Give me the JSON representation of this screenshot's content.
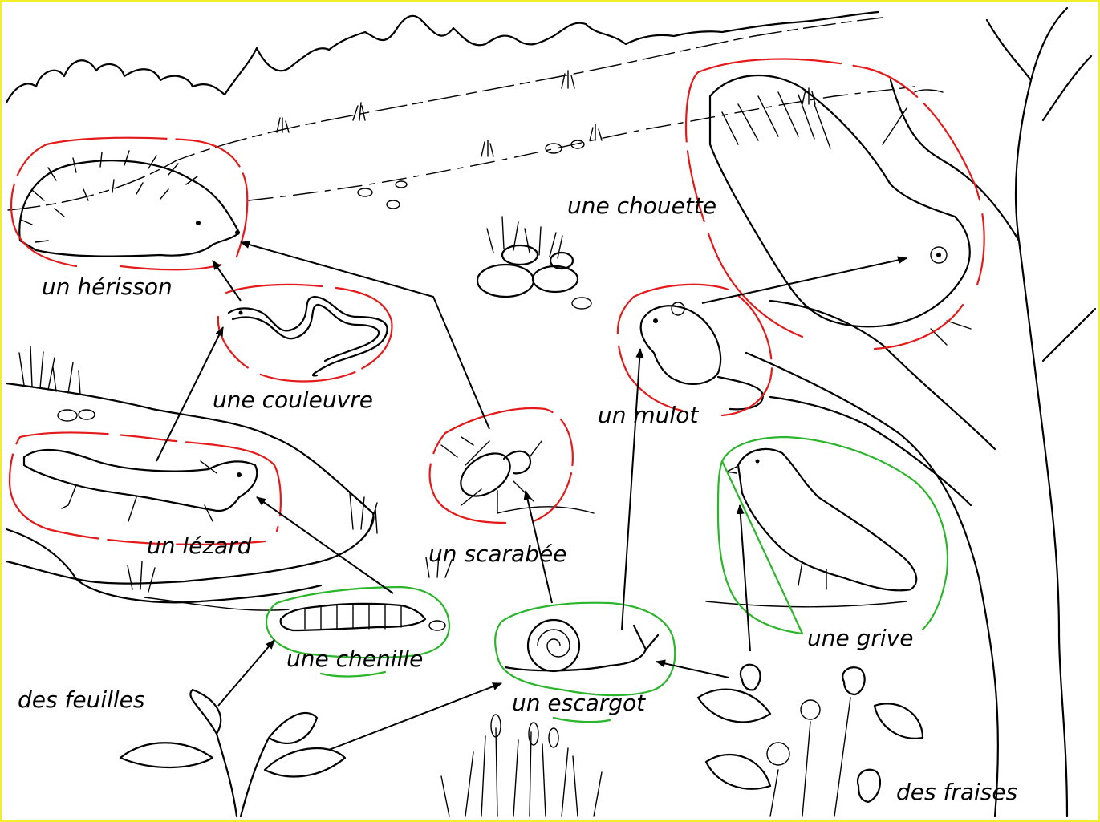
{
  "labels": {
    "herisson": "un hérisson",
    "couleuvre": "une couleuvre",
    "lezard": "un lézard",
    "chenille": "une chenille",
    "feuilles": "des feuilles",
    "scarabee": "un scarabée",
    "escargot": "un escargot",
    "mulot": "un mulot",
    "chouette": "une chouette",
    "grive": "une grive",
    "fraises": "des fraises"
  },
  "food_chain_links": [
    {
      "from": "des feuilles",
      "to": "une chenille"
    },
    {
      "from": "des feuilles",
      "to": "un escargot"
    },
    {
      "from": "une chenille",
      "to": "un lézard"
    },
    {
      "from": "un lézard",
      "to": "une couleuvre"
    },
    {
      "from": "une couleuvre",
      "to": "un hérisson"
    },
    {
      "from": "un escargot",
      "to": "un scarabée"
    },
    {
      "from": "un scarabée",
      "to": "un hérisson"
    },
    {
      "from": "un escargot",
      "to": "un mulot"
    },
    {
      "from": "un mulot",
      "to": "une chouette"
    },
    {
      "from": "des fraises",
      "to": "un escargot"
    },
    {
      "from": "des fraises",
      "to": "une grive"
    }
  ],
  "colors": {
    "predator_outline": "#e41a1a",
    "prey_outline": "#2bb52b",
    "frame": "#f2ee2c",
    "ink": "#000000"
  }
}
